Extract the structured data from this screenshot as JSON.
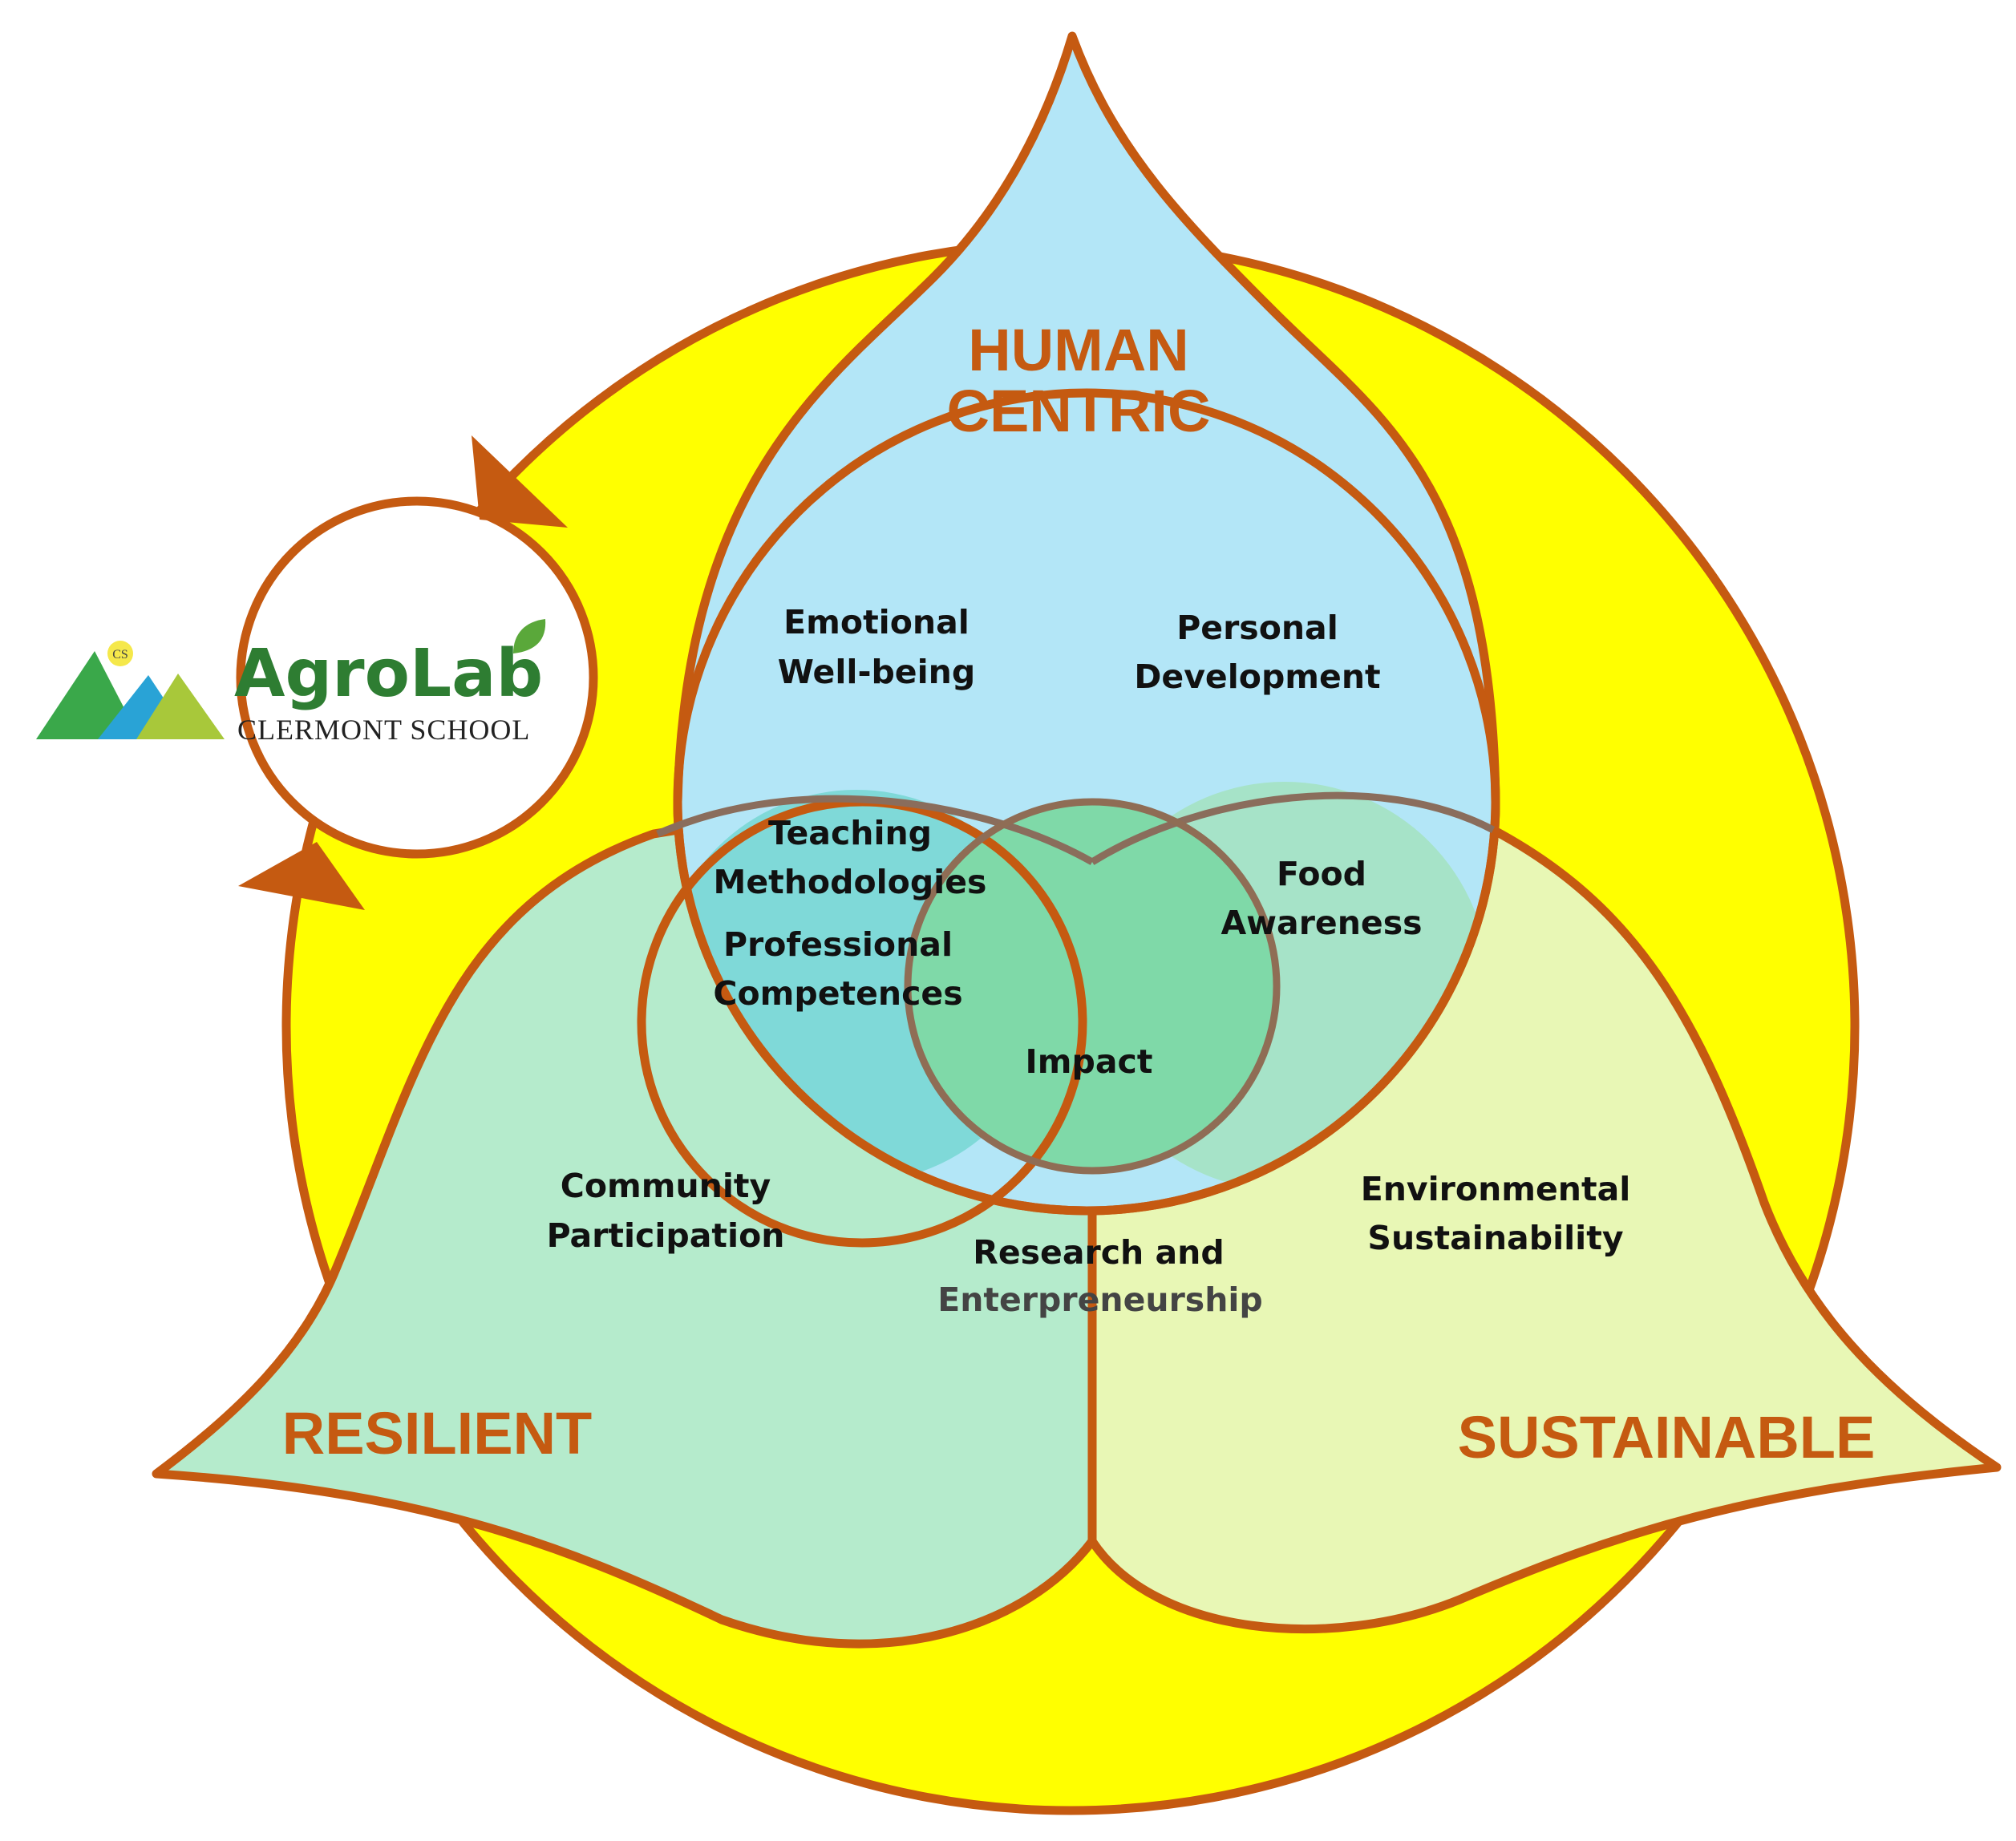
{
  "titles": {
    "human_line1": "HUMAN",
    "human_line2": "CENTRIC",
    "resilient": "RESILIENT",
    "sustainable": "SUSTAINABLE"
  },
  "labels": {
    "emotional_line1": "Emotional",
    "emotional_line2": "Well-being",
    "personal_line1": "Personal",
    "personal_line2": "Development",
    "teaching_line1": "Teaching",
    "teaching_line2": "Methodologies",
    "professional_line1": "Professional",
    "professional_line2": "Competences",
    "food_line1": "Food",
    "food_line2": "Awareness",
    "impact": "Impact",
    "community_line1": "Community",
    "community_line2": "Participation",
    "environmental_line1": "Environmental",
    "environmental_line2": "Sustainability",
    "research_line1": "Research and",
    "research_line2": "Enterpreneurship"
  },
  "logo": {
    "badge": "CS",
    "name": "AgroLab",
    "school": "CLERMONT SCHOOL"
  },
  "colors": {
    "outline": "#c55a11",
    "yellow_ring": "#ffff00",
    "human_fill": "#b3e6f7",
    "resilient_fill": "#b5ebcc",
    "sustainable_fill": "#e8f7b5",
    "logo_green": "#2e7d32"
  }
}
